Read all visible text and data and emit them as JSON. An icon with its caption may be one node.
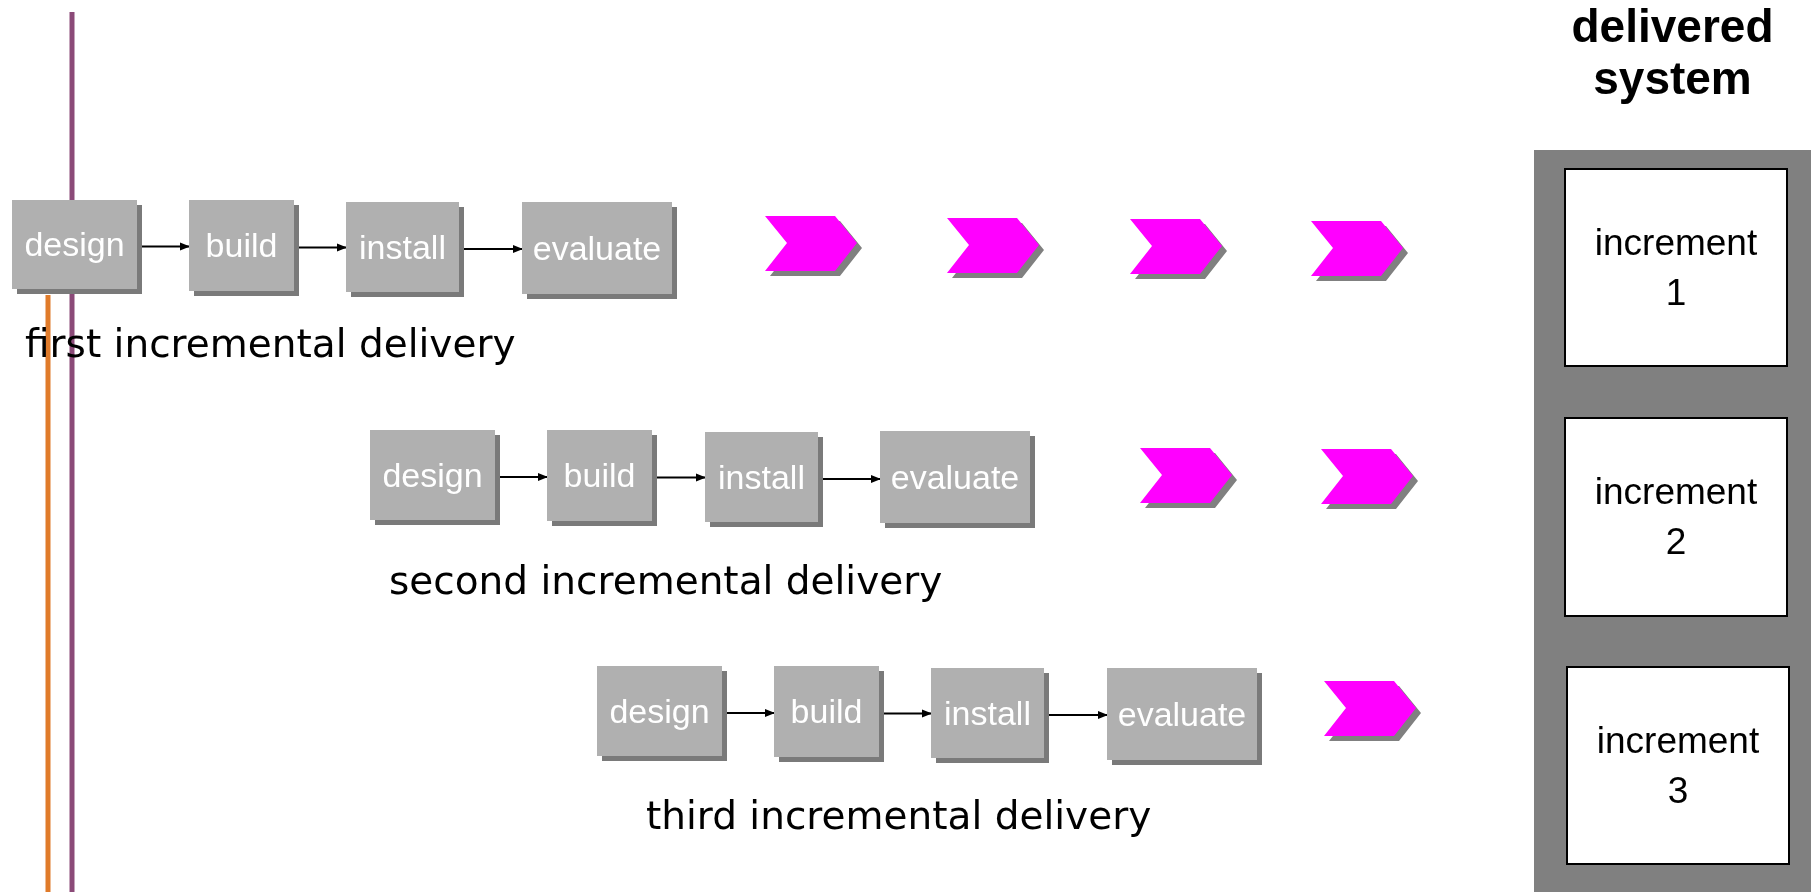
{
  "diagram": {
    "nodes": [
      {
        "text": [
          "design"
        ]
      },
      {
        "text": [
          "build"
        ]
      },
      {
        "text": [
          "install"
        ]
      },
      {
        "text": [
          "evaluate"
        ]
      },
      {
        "text": [
          "design"
        ]
      },
      {
        "text": [
          "build"
        ]
      },
      {
        "text": [
          "install"
        ]
      },
      {
        "text": [
          "evaluate"
        ]
      },
      {
        "text": [
          "design"
        ]
      },
      {
        "text": [
          "build"
        ]
      },
      {
        "text": [
          "install"
        ]
      },
      {
        "text": [
          "evaluate"
        ]
      },
      {
        "text": [
          "delivered system"
        ]
      },
      {
        "text": [
          "increment 1"
        ],
        "in": 12
      },
      {
        "text": [
          "increment 2"
        ],
        "in": 12
      },
      {
        "text": [
          "increment 3"
        ],
        "in": 12
      }
    ],
    "edges": [
      {
        "from": 0,
        "to": 1,
        "arrow": "to"
      },
      {
        "from": 1,
        "to": 2,
        "arrow": "to"
      },
      {
        "from": 2,
        "to": 3,
        "arrow": "to"
      },
      {
        "from": 4,
        "to": 5,
        "arrow": "to"
      },
      {
        "from": 5,
        "to": 6,
        "arrow": "to"
      },
      {
        "from": 6,
        "to": 7,
        "arrow": "to"
      },
      {
        "from": 8,
        "to": 9,
        "arrow": "to"
      },
      {
        "from": 9,
        "to": 10,
        "arrow": "to"
      },
      {
        "from": 10,
        "to": 11,
        "arrow": "to"
      }
    ],
    "labels": [
      "first incremental delivery",
      "second incremental delivery",
      "third incremental delivery"
    ]
  }
}
